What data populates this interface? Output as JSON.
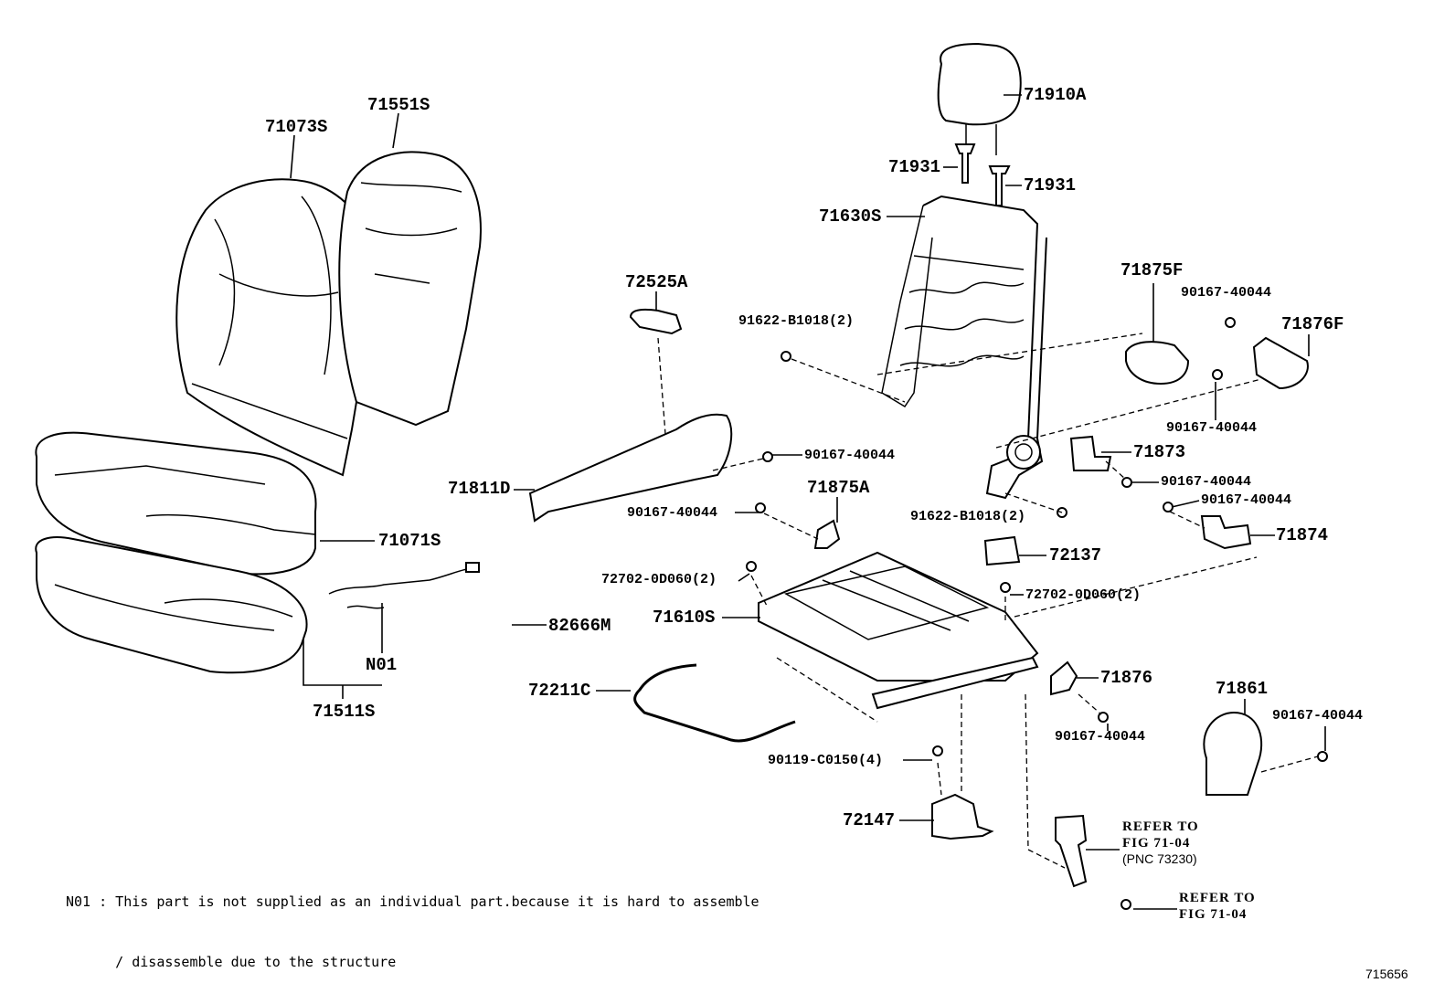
{
  "labels": {
    "p71073S": "71073S",
    "p71551S": "71551S",
    "p71910A": "71910A",
    "p71931a": "71931",
    "p71931b": "71931",
    "p71630S": "71630S",
    "p72525A": "72525A",
    "p91622a": "91622-B1018(2)",
    "p71875F": "71875F",
    "p90167a": "90167-40044",
    "p71876F": "71876F",
    "p90167b": "90167-40044",
    "p90167c": "90167-40044",
    "p71873": "71873",
    "p71811D": "71811D",
    "p90167d": "90167-40044",
    "p71875A": "71875A",
    "p90167e": "90167-40044",
    "p91622b": "91622-B1018(2)",
    "p90167f": "90167-40044",
    "p71874": "71874",
    "p71071S": "71071S",
    "p72137": "72137",
    "p72702a": "72702-0D060(2)",
    "p72702b": "72702-0D060(2)",
    "p82666M": "82666M",
    "p71610S": "71610S",
    "pN01": "N01",
    "p71876": "71876",
    "p71861": "71861",
    "p90167g": "90167-40044",
    "p72211C": "72211C",
    "p71511S": "71511S",
    "p90167h": "90167-40044",
    "p90119": "90119-C0150(4)",
    "p72147": "72147"
  },
  "refer1": {
    "line1": "REFER TO",
    "line2": "FIG 71-04",
    "pnc": "(PNC 73230)"
  },
  "refer2": {
    "line1": "REFER TO",
    "line2": "FIG 71-04"
  },
  "note": {
    "line1": "N01 : This part is not supplied as an individual part.because it is hard to assemble",
    "line2": "      / disassemble due to the structure"
  },
  "illustration_id": "715656"
}
